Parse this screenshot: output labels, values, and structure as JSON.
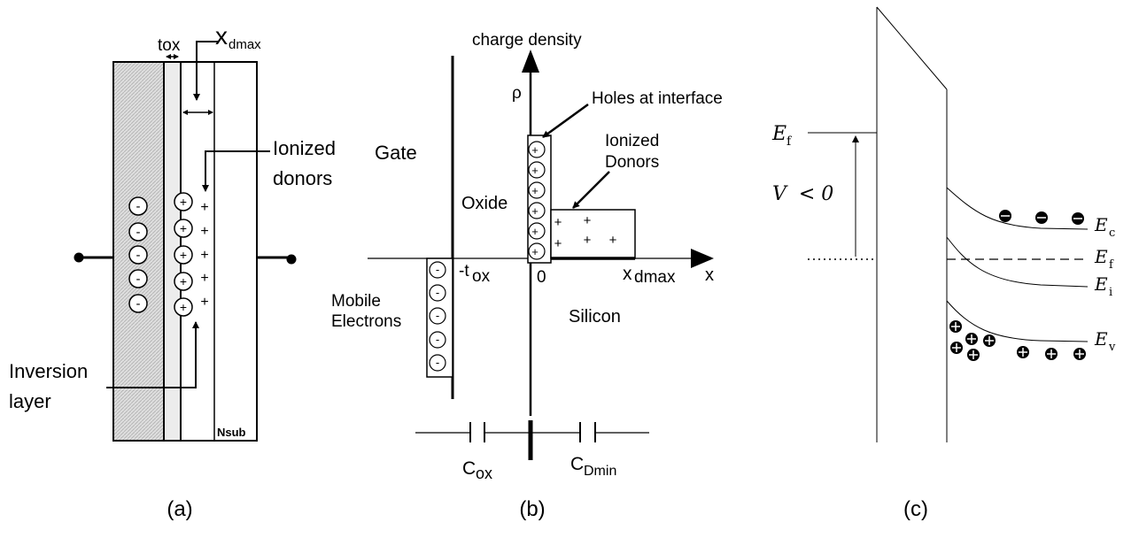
{
  "panel_a": {
    "caption": "(a)",
    "tox_label": "tox",
    "xd_label": "x",
    "xd_subscript": "dmax",
    "ionized_donors_line1": "Ionized",
    "ionized_donors_line2": "donors",
    "inversion_line1": "Inversion",
    "inversion_line2": "layer",
    "nsub_label": "Nsub",
    "minus_sign": "-",
    "plus_sign": "+"
  },
  "panel_b": {
    "caption": "(b)",
    "y_axis_label": "charge density",
    "rho_symbol": "ρ",
    "holes_label": "Holes at interface",
    "ionized_line1": "Ionized",
    "ionized_line2": "Donors",
    "gate_label": "Gate",
    "oxide_label": "Oxide",
    "neg_tox_prefix": "-t",
    "neg_tox_sub": "ox",
    "origin_label": "0",
    "xdmax_prefix": "x",
    "xdmax_sub": "dmax",
    "x_axis_label": "x",
    "mobile_line1": "Mobile",
    "mobile_line2": "Electrons",
    "silicon_label": "Silicon",
    "cox_main": "C",
    "cox_sub": "ox",
    "cdmin_main": "C",
    "cdmin_sub": "Dmin",
    "minus_sign": "-",
    "plus_sign": "+"
  },
  "panel_c": {
    "caption": "(c)",
    "ef_metal_main": "E",
    "ef_metal_sub": "f",
    "voltage_label": "V  < 0",
    "ec_main": "E",
    "ec_sub": "c",
    "ef_semi_main": "E",
    "ef_semi_sub": "f",
    "ei_main": "E",
    "ei_sub": "i",
    "ev_main": "E",
    "ev_sub": "v"
  }
}
